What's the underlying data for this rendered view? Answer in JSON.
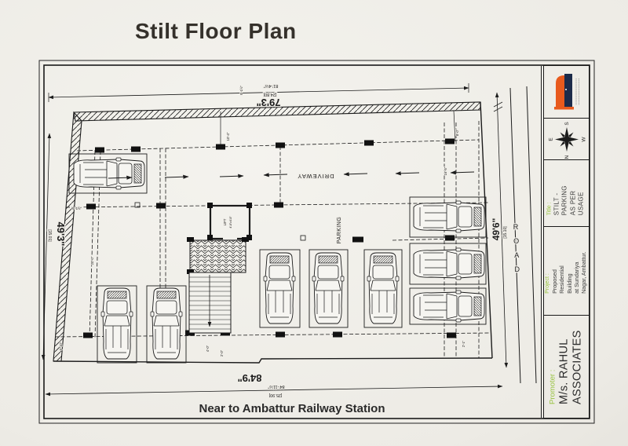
{
  "page": {
    "title": "Stilt Floor Plan",
    "caption": "Near to Ambattur Railway Station"
  },
  "plan": {
    "labels": {
      "driveway": "DRIVEWAY",
      "parking": "PARKING",
      "road": "ROAD",
      "lift": "LIFT",
      "lift_size": "4'-8\"x4'-8\""
    },
    "road_letters": [
      "R",
      "O",
      "A",
      "D"
    ],
    "dims": {
      "top": "79'3\"",
      "top_exact": "81'-4½\"",
      "top_m": "[24.80]",
      "left": "49'3\"",
      "left_m": "[15.01]",
      "right": "49'6\"",
      "right_m": "[15.10]",
      "bottom": "84'9\"",
      "bottom_exact": "84'-11½\"",
      "bottom_m": "[25.90]"
    },
    "small_dims": [
      "10'-4\"",
      "9'-1½\"",
      "8'-0\"",
      "5'-1½\"",
      "20'-0\"",
      "5'-10\"",
      "4'-0\"",
      "2'-0\"",
      "2'-1\"",
      "16'-5\""
    ]
  },
  "titleblock": {
    "logo_icon": "rahul-associates-logo",
    "compass": {
      "n": "N",
      "e": "E",
      "s": "S",
      "w": "W"
    },
    "title_label": "Title :",
    "title_line1": "STILT - PARKING",
    "title_line2": "AS PER USAGE",
    "project_label": "Project :",
    "project_line1": "Proposed Residential Building",
    "project_line2": "at Sundariya Nagar, Ambattur.",
    "promoter_label": "Promoter :",
    "promoter_line1": "M/s. RAHUL",
    "promoter_line2": "ASSOCIATES"
  },
  "colors": {
    "accent_green": "#96c23d",
    "logo_orange": "#e85a1d",
    "logo_navy": "#1c2b4a",
    "ink": "#1c1c1c",
    "paper": "#efede7"
  }
}
